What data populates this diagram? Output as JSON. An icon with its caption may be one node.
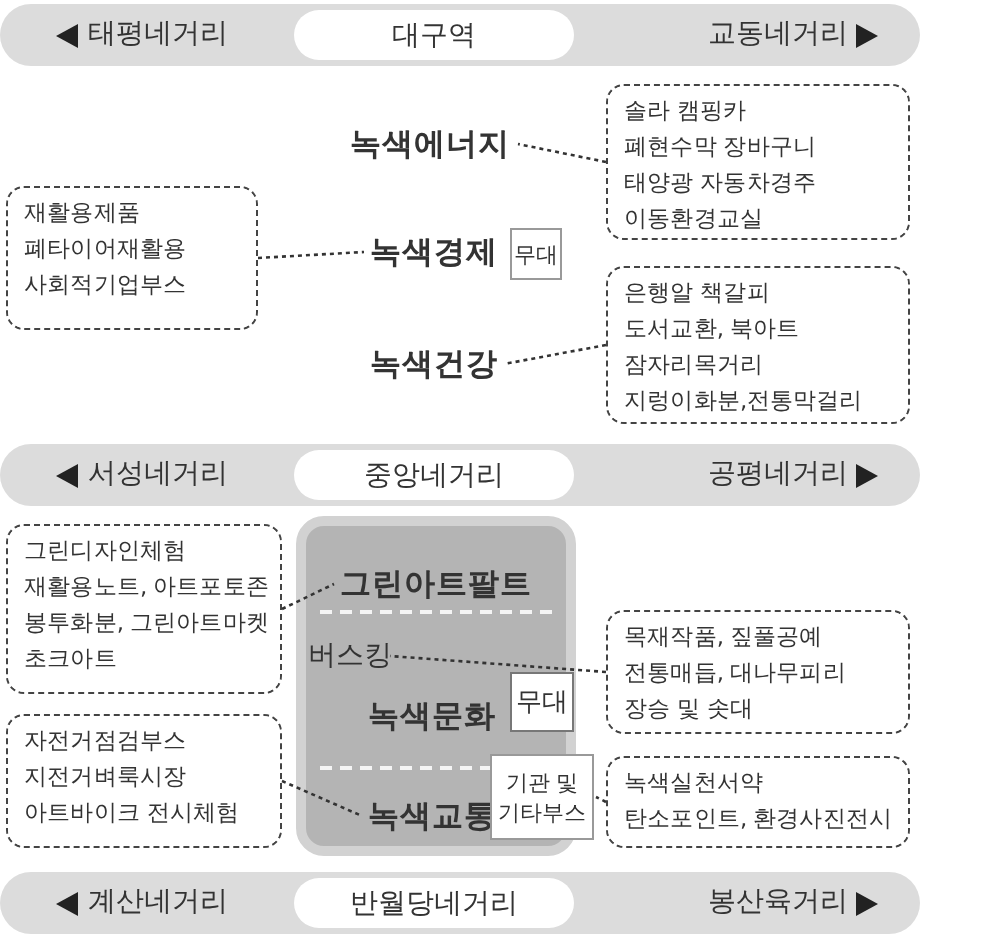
{
  "diagram": {
    "nodes": [
      {
        "text": [
          "태평네거리",
          "교동네거리"
        ]
      },
      {
        "text": [
          "대구역"
        ],
        "in": 0
      },
      {
        "text": [
          "녹색에너지"
        ]
      },
      {
        "text": [
          "솔라 캠핑카",
          "폐현수막 장바구니",
          "태양광 자동차경주",
          "이동환경교실"
        ]
      },
      {
        "text": [
          "재활용제품",
          "폐타이어재활용",
          "사회적기업부스"
        ]
      },
      {
        "text": [
          "녹색경제"
        ]
      },
      {
        "text": [
          "무대"
        ]
      },
      {
        "text": [
          "녹색건강"
        ]
      },
      {
        "text": [
          "은행알 책갈피",
          "도서교환, 북아트",
          "잠자리목거리",
          "지렁이화분,전통막걸리"
        ]
      },
      {
        "text": [
          "서성네거리",
          "공평네거리"
        ]
      },
      {
        "text": [
          "중앙네거리"
        ],
        "in": 9
      },
      {
        "text": [],
        "shape": "box"
      },
      {
        "text": [
          "그린아트팔트"
        ],
        "in": 11
      },
      {
        "text": [
          "그린디자인체험",
          "재활용노트, 아트포토존",
          "봉투화분, 그린아트마켓",
          "초크아트"
        ]
      },
      {
        "text": [
          "버스킹"
        ],
        "in": 11
      },
      {
        "text": [
          "목재작품, 짚풀공예",
          "전통매듭, 대나무피리",
          "장승 및 솟대"
        ]
      },
      {
        "text": [
          "녹색문화"
        ],
        "in": 11
      },
      {
        "text": [
          "무대"
        ],
        "in": 11
      },
      {
        "text": [
          "자전거점검부스",
          "지전거벼룩시장",
          "아트바이크 전시체험"
        ]
      },
      {
        "text": [
          "기관 및 기타부스"
        ]
      },
      {
        "text": [
          "녹색교통"
        ],
        "in": 11
      },
      {
        "text": [
          "녹색실천서약",
          "탄소포인트, 환경사진전시"
        ]
      },
      {
        "text": [
          "계산네거리",
          "봉산육거리"
        ]
      },
      {
        "text": [
          "반월당네거리"
        ],
        "in": 22
      }
    ],
    "edges": [
      {
        "from": 3,
        "to": 2,
        "arrow": "none",
        "style": "dashed"
      },
      {
        "from": 4,
        "to": 5,
        "arrow": "none",
        "style": "dashed"
      },
      {
        "from": 8,
        "to": 7,
        "arrow": "none",
        "style": "dashed"
      },
      {
        "from": 13,
        "to": 12,
        "arrow": "none",
        "style": "dashed"
      },
      {
        "from": 15,
        "to": 14,
        "arrow": "none",
        "style": "dashed"
      },
      {
        "from": 18,
        "to": 20,
        "arrow": "none",
        "style": "dashed"
      },
      {
        "from": 21,
        "to": 19,
        "arrow": "none",
        "style": "dashed"
      }
    ]
  }
}
